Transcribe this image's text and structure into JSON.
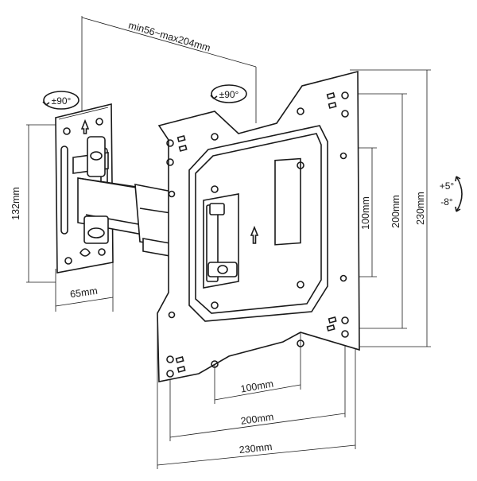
{
  "dimensions": {
    "arm_extension": "min56~max204mm",
    "wall_plate_height": "132mm",
    "wall_plate_width": "65mm",
    "vesa_vertical_inner": "100mm",
    "vesa_vertical_mid": "200mm",
    "vesa_vertical_outer": "230mm",
    "vesa_horizontal_inner": "100mm",
    "vesa_horizontal_mid": "200mm",
    "vesa_horizontal_outer": "230mm"
  },
  "rotation": {
    "wall_swivel": "±90°",
    "arm_swivel": "±90°",
    "tilt_up": "+5°",
    "tilt_down": "-8°"
  }
}
